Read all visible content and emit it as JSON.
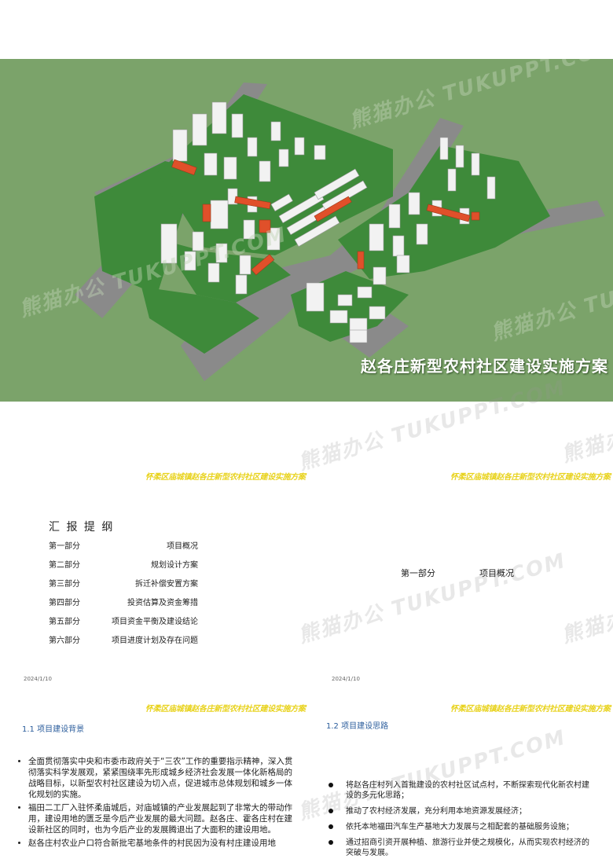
{
  "hero": {
    "title": "赵各庄新型农村社区建设实施方案",
    "watermark": "熊猫办公 TUKUPPT.COM"
  },
  "watermark": "熊猫办公 TUKUPPT.COM",
  "slide_header": "怀柔区庙城镇赵各庄新型农村社区建设实施方案",
  "slide2": {
    "heading": "汇 报 提 纲",
    "rows": [
      {
        "part": "第一部分",
        "title": "项目概况"
      },
      {
        "part": "第二部分",
        "title": "规划设计方案"
      },
      {
        "part": "第三部分",
        "title": "拆迁补偿安置方案"
      },
      {
        "part": "第四部分",
        "title": "投资估算及资金筹措"
      },
      {
        "part": "第五部分",
        "title": "项目资金平衡及建设结论"
      },
      {
        "part": "第六部分",
        "title": "项目进度计划及存在问题"
      }
    ],
    "date": "2024/1/10"
  },
  "slide3": {
    "part": "第一部分",
    "title": "项目概况",
    "date": "2024/1/10"
  },
  "slide4": {
    "heading": "1.1  项目建设背景",
    "bullets": [
      "全面贯彻落实中央和市委市政府关于“三农”工作的重要指示精神，深入贯彻落实科学发展观，紧紧围绕率先形成城乡经济社会发展一体化新格局的战略目标，以新型农村社区建设为切入点，促进城市总体规划和城乡一体化规划的实施。",
      "福田二工厂入驻怀柔庙城后，对庙城镇的产业发展起到了非常大的带动作用，建设用地的匮乏是今后产业发展的最大问题。赵各庄、霍各庄村在建设新社区的同时，也为今后产业的发展腾退出了大面积的建设用地。",
      "赵各庄村农业户口符合新批宅基地条件的村民因为没有村庄建设用地"
    ]
  },
  "slide5": {
    "heading": "1.2  项目建设思路",
    "bullets": [
      "将赵各庄村列入首批建设的农村社区试点村，不断探索现代化新农村建设的多元化思路；",
      "推动了农村经济发展，充分利用本地资源发展经济；",
      "依托本地福田汽车生产基地大力发展与之相配套的基础服务设施；",
      "通过招商引资开展种植、旅游行业并使之规模化，从而实现农村经济的突破与发展。"
    ]
  },
  "colors": {
    "hero_green": "#7ba36a",
    "block_green": "#3e8a3a",
    "road_gray": "#8a8a8a",
    "building_white": "#f2f2f2",
    "building_red": "#e0502a",
    "header_yellow": "#e8d21a",
    "section_blue": "#2b5d9c"
  }
}
